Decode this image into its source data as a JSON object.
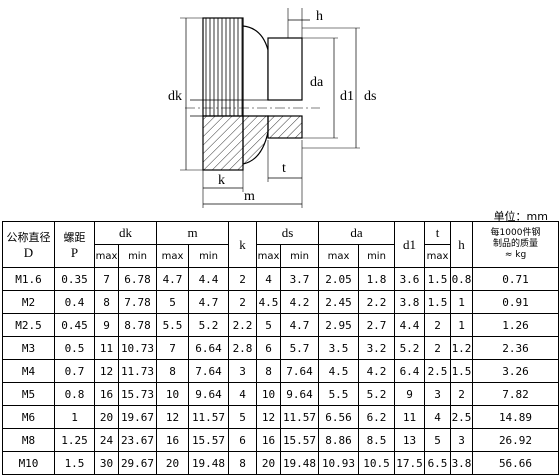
{
  "drawing": {
    "labels": {
      "h": "h",
      "dk": "dk",
      "da": "da",
      "d1": "d1",
      "ds": "ds",
      "t": "t",
      "k": "k",
      "m": "m"
    }
  },
  "table_caption": "单位：mm",
  "headers": {
    "nominal": "公称直径",
    "nominal_sym": "D",
    "pitch": "螺距",
    "pitch_sym": "P",
    "dk": "dk",
    "m": "m",
    "k": "k",
    "ds": "ds",
    "da": "da",
    "d1": "d1",
    "t": "t",
    "h": "h",
    "mass": [
      "每1000件钢",
      "制品的质量",
      "≈ kg"
    ],
    "max": "max",
    "min": "min"
  },
  "rows": [
    [
      "M1.6",
      "0.35",
      "7",
      "6.78",
      "4.7",
      "4.4",
      "2",
      "4",
      "3.7",
      "2.05",
      "1.8",
      "3.6",
      "1.5",
      "0.8",
      "0.71"
    ],
    [
      "M2",
      "0.4",
      "8",
      "7.78",
      "5",
      "4.7",
      "2",
      "4.5",
      "4.2",
      "2.45",
      "2.2",
      "3.8",
      "1.5",
      "1",
      "0.91"
    ],
    [
      "M2.5",
      "0.45",
      "9",
      "8.78",
      "5.5",
      "5.2",
      "2.2",
      "5",
      "4.7",
      "2.95",
      "2.7",
      "4.4",
      "2",
      "1",
      "1.26"
    ],
    [
      "M3",
      "0.5",
      "11",
      "10.73",
      "7",
      "6.64",
      "2.8",
      "6",
      "5.7",
      "3.5",
      "3.2",
      "5.2",
      "2",
      "1.2",
      "2.36"
    ],
    [
      "M4",
      "0.7",
      "12",
      "11.73",
      "8",
      "7.64",
      "3",
      "8",
      "7.64",
      "4.5",
      "4.2",
      "6.4",
      "2.5",
      "1.5",
      "3.26"
    ],
    [
      "M5",
      "0.8",
      "16",
      "15.73",
      "10",
      "9.64",
      "4",
      "10",
      "9.64",
      "5.5",
      "5.2",
      "9",
      "3",
      "2",
      "7.82"
    ],
    [
      "M6",
      "1",
      "20",
      "19.67",
      "12",
      "11.57",
      "5",
      "12",
      "11.57",
      "6.56",
      "6.2",
      "11",
      "4",
      "2.5",
      "14.89"
    ],
    [
      "M8",
      "1.25",
      "24",
      "23.67",
      "16",
      "15.57",
      "6",
      "16",
      "15.57",
      "8.86",
      "8.5",
      "13",
      "5",
      "3",
      "26.92"
    ],
    [
      "M10",
      "1.5",
      "30",
      "29.67",
      "20",
      "19.48",
      "8",
      "20",
      "19.48",
      "10.93",
      "10.5",
      "17.5",
      "6.5",
      "3.8",
      "56.66"
    ]
  ]
}
